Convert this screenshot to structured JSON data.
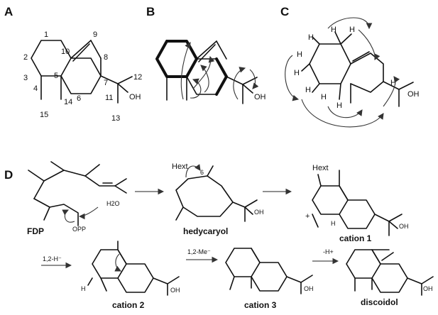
{
  "panels": {
    "a": "A",
    "b": "B",
    "c": "C",
    "d": "D"
  },
  "panel_a": {
    "numbers": [
      "1",
      "2",
      "3",
      "4",
      "5",
      "6",
      "7",
      "8",
      "9",
      "10",
      "11",
      "12",
      "13",
      "14",
      "15"
    ],
    "oh": "OH"
  },
  "panel_b": {
    "oh": "OH"
  },
  "panel_c": {
    "h": "H",
    "oh": "OH"
  },
  "panel_d": {
    "fdp": "FDP",
    "opp": "OPP",
    "h2o": "H2O",
    "hext": "Hext",
    "plus": "+",
    "six": "6",
    "hedycaryol": "hedycaryol",
    "cation1": "cation 1",
    "cation2": "cation 2",
    "cation3": "cation 3",
    "discoidol": "discoidol",
    "shift_h": "1,2-H⁻",
    "shift_me": "1,2-Me⁻",
    "minus_h": "-H+",
    "oh": "OH",
    "h": "H"
  }
}
